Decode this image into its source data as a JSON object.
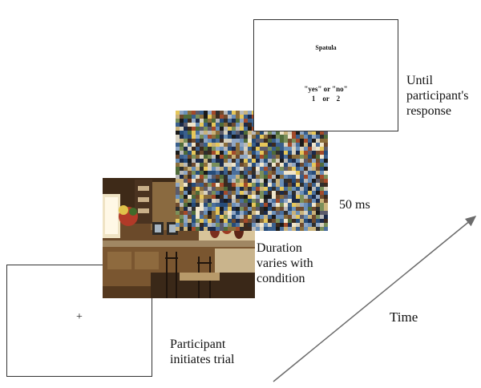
{
  "stages": {
    "fixation": {
      "symbol": "+",
      "caption_lines": [
        "Participant",
        "initiates trial"
      ]
    },
    "scene": {
      "caption_lines": [
        "Duration",
        "varies with",
        "condition"
      ]
    },
    "mask": {
      "caption": "50 ms"
    },
    "probe": {
      "word": "Spatula",
      "option_line_1": "\"yes\" or \"no\"",
      "option_line_2": "1    or    2",
      "caption_lines": [
        "Until",
        "participant's",
        "response"
      ]
    }
  },
  "time_axis": {
    "label": "Time"
  },
  "colors": {
    "frame_border": "#333333",
    "arrow": "#6b6b6b"
  }
}
